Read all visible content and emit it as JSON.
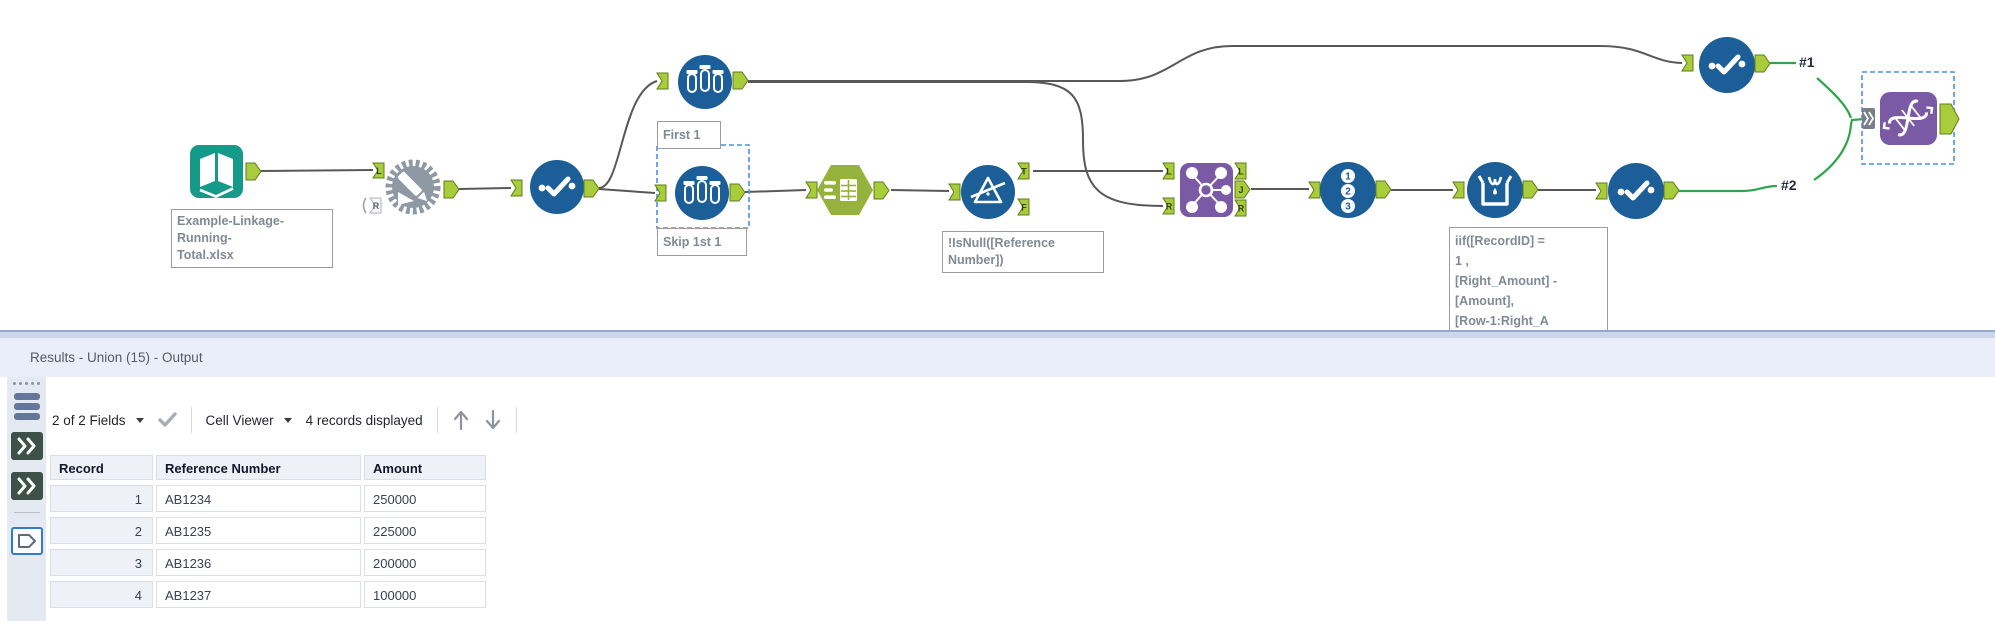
{
  "canvas": {
    "connection_labels": {
      "one": "#1",
      "two": "#2"
    },
    "anchor_letters": {
      "L": "L",
      "R": "R",
      "T": "T",
      "F": "F",
      "J": "J"
    },
    "record_id_digits": [
      "1",
      "2",
      "3"
    ],
    "annotations": {
      "input_lines": [
        "Example-Linkage-",
        "Running-",
        "Total.xlsx"
      ],
      "first_sample": "First 1",
      "skip_sample": "Skip 1st 1",
      "filter_lines": [
        "!IsNull([Reference",
        "Number])"
      ],
      "formula_lines": [
        "iif([RecordID] =",
        "1 ,",
        "[Right_Amount] -",
        "[Amount],",
        "[Row-1:Right_A"
      ]
    },
    "colors": {
      "tool_blue": "#1c5e98",
      "input_teal": "#159a89",
      "hexagon_olive": "#95b23c",
      "join_purple": "#7a5aa5",
      "anchor_green": "#a8cc3a",
      "anchor_border": "#5e7d1e",
      "wire_gray": "#585858",
      "wire_green": "#2fa44c",
      "selection_blue": "#4a90e2",
      "gear_gray": "#8e99a4"
    }
  },
  "results_panel": {
    "title": "Results - Union (15) - Output",
    "toolbar": {
      "fields_summary": "2 of 2 Fields",
      "cell_viewer_label": "Cell Viewer",
      "records_displayed": "4 records displayed"
    },
    "table": {
      "columns": [
        "Record",
        "Reference Number",
        "Amount"
      ],
      "rows": [
        [
          "1",
          "AB1234",
          "250000"
        ],
        [
          "2",
          "AB1235",
          "225000"
        ],
        [
          "3",
          "AB1236",
          "200000"
        ],
        [
          "4",
          "AB1237",
          "100000"
        ]
      ]
    }
  }
}
